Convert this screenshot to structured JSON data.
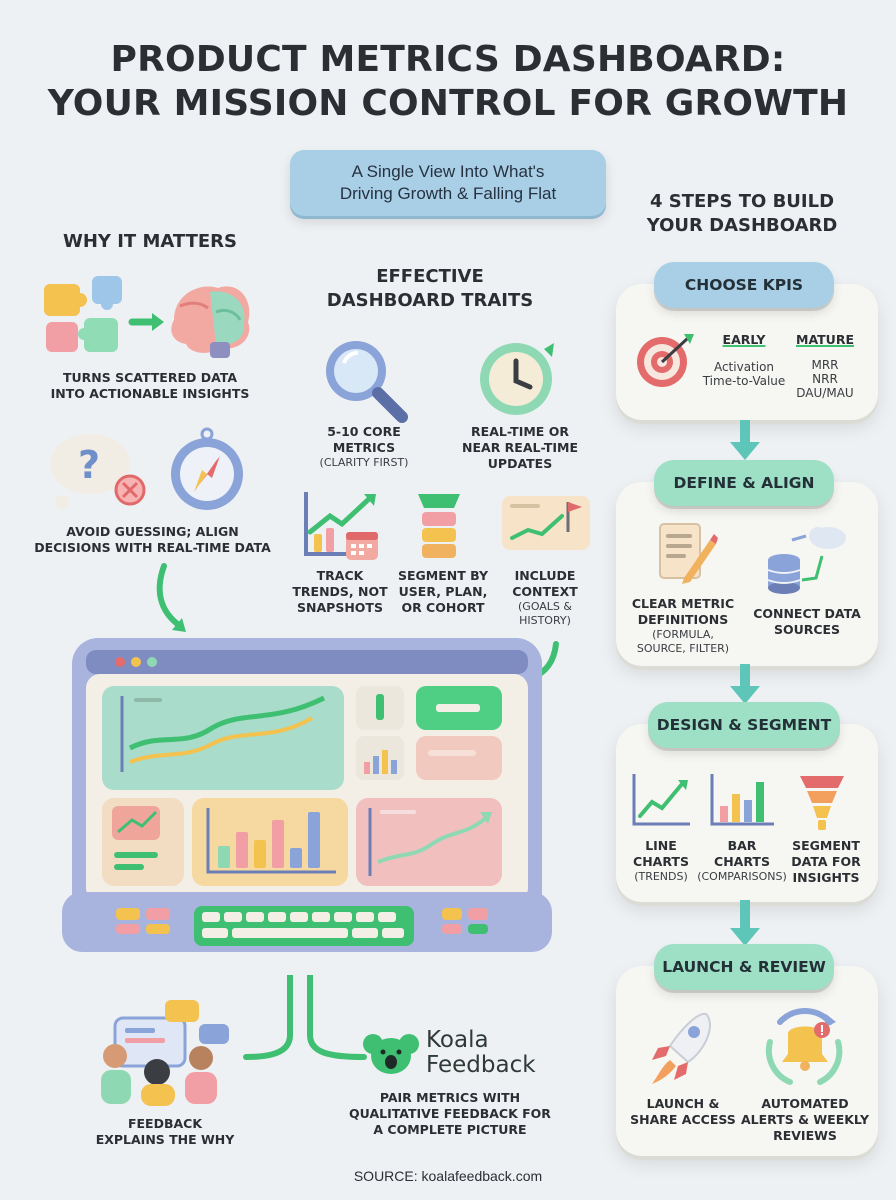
{
  "title": {
    "line1": "PRODUCT METRICS DASHBOARD:",
    "line2": "YOUR MISSION CONTROL FOR GROWTH"
  },
  "subtitle": {
    "line1": "A Single View Into What's",
    "line2": "Driving Growth & Falling Flat"
  },
  "why": {
    "heading": "WHY IT MATTERS",
    "item1": {
      "line1": "TURNS SCATTERED DATA",
      "line2": "INTO ACTIONABLE INSIGHTS"
    },
    "item2": {
      "line1": "AVOID GUESSING; ALIGN",
      "line2": "DECISIONS WITH REAL-TIME DATA"
    }
  },
  "traits": {
    "heading_line1": "EFFECTIVE",
    "heading_line2": "DASHBOARD TRAITS",
    "core": {
      "line1": "5-10 CORE",
      "line2": "METRICS",
      "sub": "(CLARITY FIRST)"
    },
    "realtime": {
      "line1": "REAL-TIME OR",
      "line2": "NEAR REAL-TIME",
      "line3": "UPDATES"
    },
    "trends": {
      "line1": "TRACK",
      "line2": "TRENDS, NOT",
      "line3": "SNAPSHOTS"
    },
    "segment": {
      "line1": "SEGMENT BY",
      "line2": "USER, PLAN,",
      "line3": "OR COHORT"
    },
    "context": {
      "line1": "INCLUDE",
      "line2": "CONTEXT",
      "sub1": "(GOALS &",
      "sub2": "HISTORY)"
    }
  },
  "steps": {
    "heading_line1": "4 STEPS TO BUILD",
    "heading_line2": "YOUR DASHBOARD",
    "kpis": {
      "label": "CHOOSE KPIS",
      "early_head": "EARLY",
      "early_1": "Activation",
      "early_2": "Time-to-Value",
      "mature_head": "MATURE",
      "mature_1": "MRR",
      "mature_2": "NRR",
      "mature_3": "DAU/MAU"
    },
    "define": {
      "label": "DEFINE & ALIGN",
      "a_line1": "CLEAR METRIC",
      "a_line2": "DEFINITIONS",
      "a_sub1": "(FORMULA,",
      "a_sub2": "SOURCE, FILTER)",
      "b_line1": "CONNECT DATA",
      "b_line2": "SOURCES"
    },
    "design": {
      "label": "DESIGN & SEGMENT",
      "line_line1": "LINE",
      "line_line2": "CHARTS",
      "line_sub": "(TRENDS)",
      "bar_line1": "BAR",
      "bar_line2": "CHARTS",
      "bar_sub": "(COMPARISONS)",
      "seg_line1": "SEGMENT",
      "seg_line2": "DATA FOR",
      "seg_line3": "INSIGHTS"
    },
    "launch": {
      "label": "LAUNCH & REVIEW",
      "a_line1": "LAUNCH &",
      "a_line2": "SHARE ACCESS",
      "b_line1": "AUTOMATED",
      "b_line2": "ALERTS & WEEKLY",
      "b_line3": "REVIEWS"
    }
  },
  "feedback": {
    "line1": "FEEDBACK",
    "line2": "EXPLAINS THE WHY"
  },
  "brand": {
    "name1": "Koala",
    "name2": "Feedback",
    "tag1": "PAIR METRICS WITH",
    "tag2": "QUALITATIVE FEEDBACK FOR",
    "tag3": "A COMPLETE PICTURE"
  },
  "source": "SOURCE: koalafeedback.com",
  "colors": {
    "background": "#eef1f4",
    "blue_pill": "#a9cfe6",
    "green_pill": "#9ee0c6",
    "accent_green": "#3fbf72",
    "monitor_frame": "#a9b4de"
  }
}
